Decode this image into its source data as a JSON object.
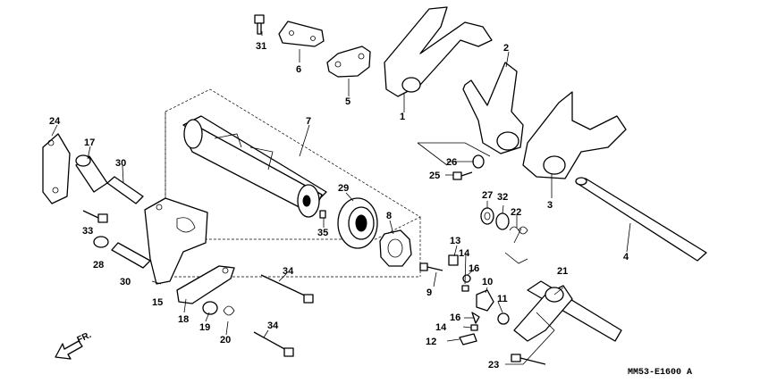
{
  "diagram": {
    "callouts": [
      "1",
      "2",
      "3",
      "4",
      "5",
      "6",
      "7",
      "8",
      "9",
      "10",
      "11",
      "12",
      "13",
      "14",
      "14",
      "15",
      "16",
      "16",
      "17",
      "18",
      "19",
      "20",
      "21",
      "22",
      "23",
      "24",
      "25",
      "26",
      "27",
      "28",
      "29",
      "30",
      "30",
      "31",
      "32",
      "33",
      "34",
      "34",
      "35"
    ],
    "front_label": "FR.",
    "diagram_code": "MM53-E1600 A"
  }
}
